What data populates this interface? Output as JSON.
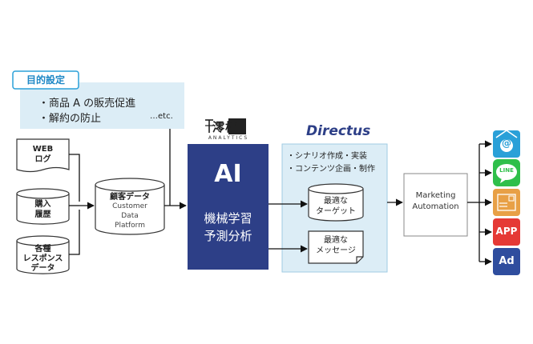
{
  "goal": {
    "tag": "目的設定",
    "items": [
      "・商品 A の販売促進",
      "・解約の防止"
    ],
    "etc": "…etc."
  },
  "data_sources": [
    {
      "label": "WEB\nログ"
    },
    {
      "label": "購入\n履歴"
    },
    {
      "label": "各種\nレスポンス\nデータ"
    }
  ],
  "cdp": {
    "title": "顧客データ",
    "subtitle": "Customer\nData\nPlatform"
  },
  "analytics_logo": {
    "kanji": "澪標",
    "word": "ANALYTICS"
  },
  "ai_box": {
    "title": "AI",
    "subtitle": "機械学習\n予測分析",
    "color": "#2d3f87"
  },
  "directus": {
    "logo": "Directus",
    "items": [
      "・シナリオ作成・実装",
      "・コンテンツ企画・制作"
    ],
    "target_db": "最適な\nターゲット",
    "message_doc": "最適な\nメッセージ",
    "bg_color": "#dcedf6"
  },
  "ma_box": {
    "label": "Marketing\nAutomation"
  },
  "channels": [
    {
      "icon": "email-icon",
      "label": "@",
      "color": "#2aa0d8"
    },
    {
      "icon": "line-icon",
      "label": "LINE",
      "color": "#2fbf4a"
    },
    {
      "icon": "postcard-icon",
      "label": "",
      "color": "#e8a046"
    },
    {
      "icon": "app-icon",
      "label": "APP",
      "color": "#e53935"
    },
    {
      "icon": "ad-icon",
      "label": "Ad",
      "color": "#2f4d9e"
    }
  ]
}
